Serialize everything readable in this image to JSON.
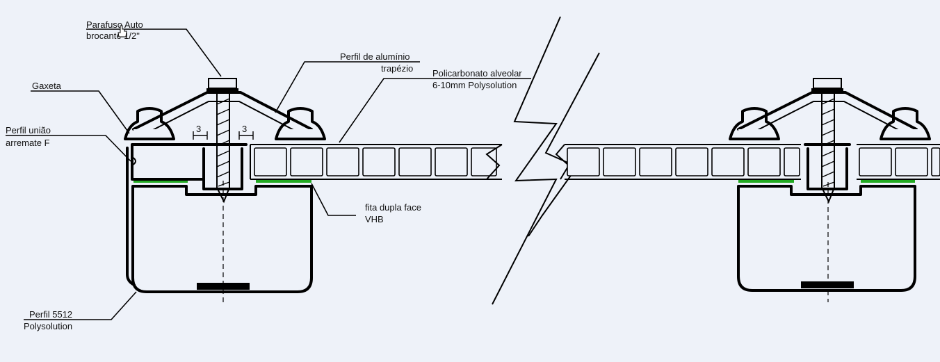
{
  "labels": {
    "screw_line1": "Parafuso Auto",
    "screw_line2": "brocante 1/2\"",
    "profile_line1": "Perfil de alumínio",
    "profile_line2": "trapézio",
    "polycarb_line1": "Policarbonato alveolar",
    "polycarb_line2": "6-10mm Polysolution",
    "gasket": "Gaxeta",
    "union_line1": "Perfil união",
    "union_line2": "arremate F",
    "tape_line1": "fita dupla face",
    "tape_line2": "VHB",
    "base_line1": "Perfil 5512",
    "base_line2": "Polysolution"
  },
  "dimensions": {
    "gap_left": "3",
    "gap_right": "3"
  },
  "colors": {
    "background": "#eef2f9",
    "line": "#000000",
    "tape": "#22aa22"
  },
  "icons": {
    "cursor": "hand-pointer-icon"
  }
}
